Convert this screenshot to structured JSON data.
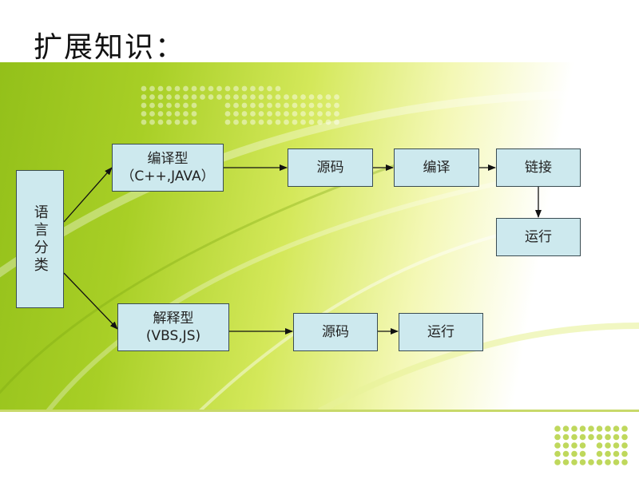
{
  "slide": {
    "title": "扩展知识："
  },
  "diagram": {
    "root": "语言分类",
    "compiled": {
      "type_label": "编译型",
      "examples": "（C++,JAVA）",
      "steps": [
        "源码",
        "编译",
        "链接",
        "运行"
      ]
    },
    "interpreted": {
      "type_label": "解释型",
      "examples": "(VBS,JS)",
      "steps": [
        "源码",
        "运行"
      ]
    }
  },
  "colors": {
    "band_green": "#93c01a",
    "node_fill": "#cde9ee",
    "node_border": "#3a4c52",
    "arrow": "#111111"
  }
}
